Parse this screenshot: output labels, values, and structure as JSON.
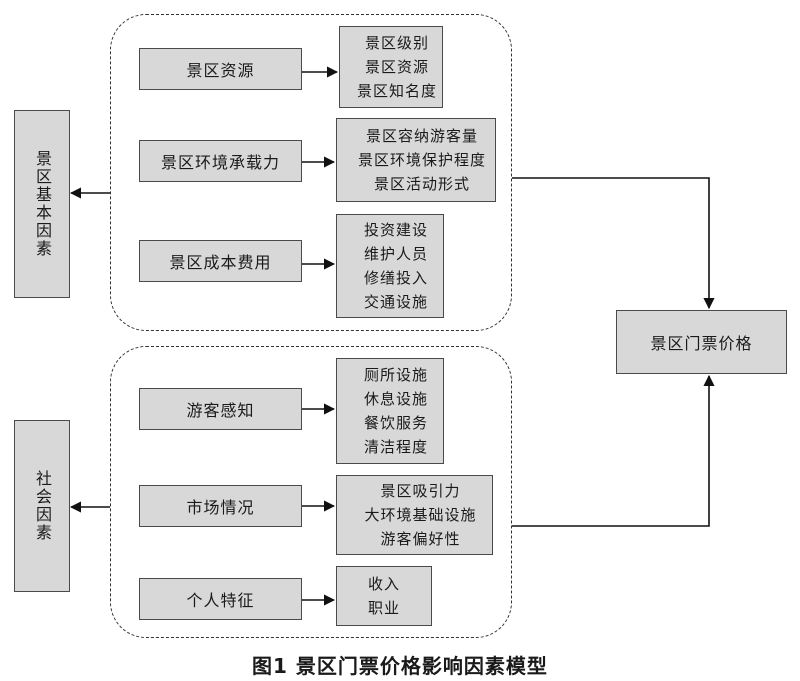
{
  "factors": [
    {
      "label": "景区基本因素"
    },
    {
      "label": "社会因素"
    }
  ],
  "group1": {
    "items": [
      {
        "name": "景区资源",
        "details": [
          "景区级别",
          "景区资源",
          "景区知名度"
        ]
      },
      {
        "name": "景区环境承载力",
        "details": [
          "景区容纳游客量",
          "景区环境保护程度",
          "景区活动形式"
        ]
      },
      {
        "name": "景区成本费用",
        "details": [
          "投资建设",
          "维护人员",
          "修缮投入",
          "交通设施"
        ]
      }
    ]
  },
  "group2": {
    "items": [
      {
        "name": "游客感知",
        "details": [
          "厕所设施",
          "休息设施",
          "餐饮服务",
          "清洁程度"
        ]
      },
      {
        "name": "市场情况",
        "details": [
          "景区吸引力",
          "大环境基础设施",
          "游客偏好性"
        ]
      },
      {
        "name": "个人特征",
        "details": [
          "收入",
          "职业"
        ]
      }
    ]
  },
  "output": {
    "label": "景区门票价格"
  },
  "caption": "图1  景区门票价格影响因素模型"
}
